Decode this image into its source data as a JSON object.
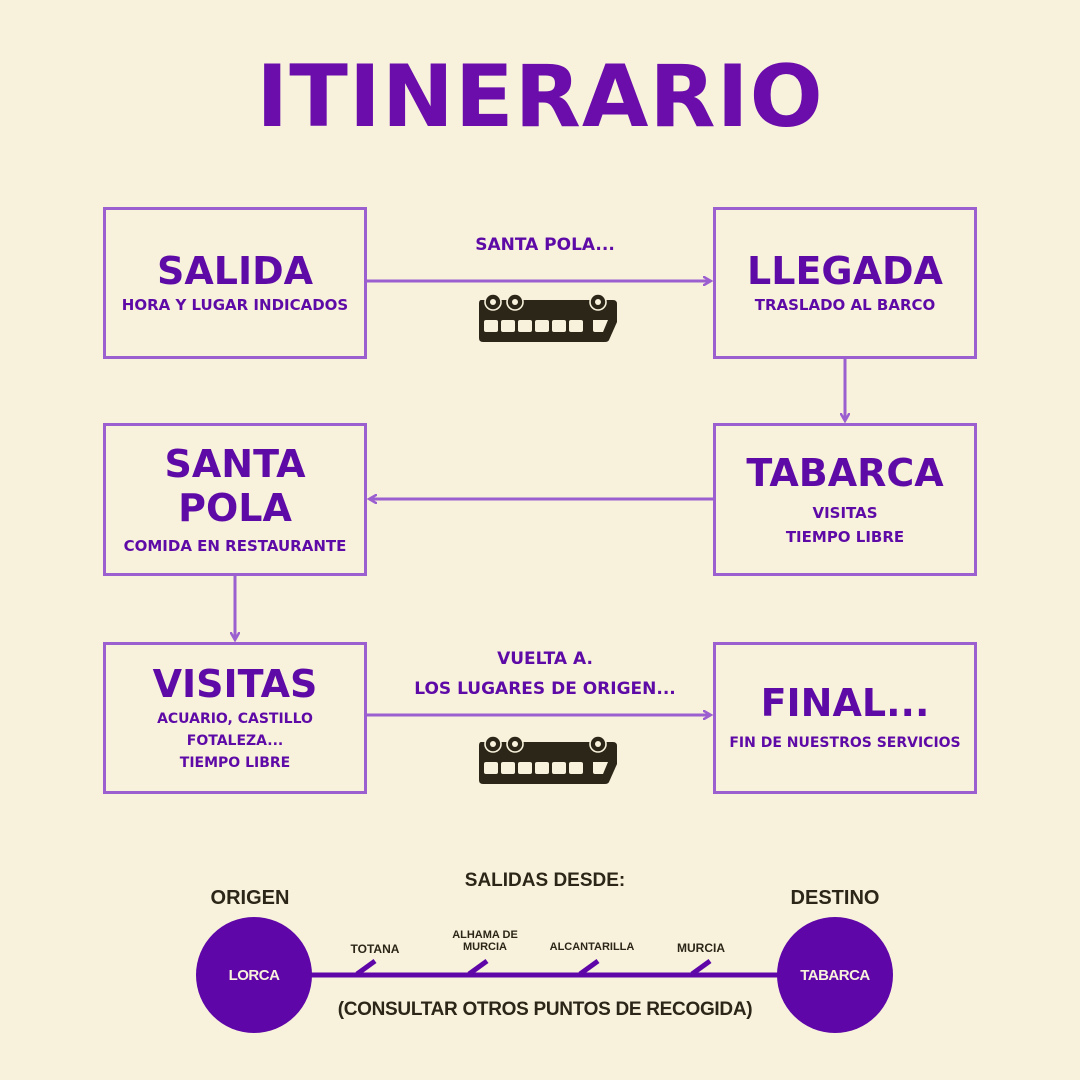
{
  "title": "ITINERARIO",
  "colors": {
    "background": "#f8f2dc",
    "accent": "#5e0aa6",
    "border": "#9b5fd0",
    "dark": "#2b2617"
  },
  "steps": [
    {
      "heading": "SALIDA",
      "lines": [
        "HORA Y LUGAR INDICADOS"
      ]
    },
    {
      "heading": "LLEGADA",
      "lines": [
        "TRASLADO AL BARCO"
      ]
    },
    {
      "heading": "SANTA POLA",
      "heading_lines": [
        "SANTA",
        "POLA"
      ],
      "lines": [
        "COMIDA EN RESTAURANTE"
      ]
    },
    {
      "heading": "TABARCA",
      "lines": [
        "VISITAS",
        "TIEMPO LIBRE"
      ]
    },
    {
      "heading": "VISITAS",
      "lines": [
        "ACUARIO, CASTILLO",
        "FOTALEZA...",
        "TIEMPO LIBRE"
      ]
    },
    {
      "heading": "FINAL...",
      "lines": [
        "FIN DE NUESTROS SERVICIOS"
      ]
    }
  ],
  "connectors": {
    "top": {
      "label": "SANTA POLA...",
      "icon": "bus-icon"
    },
    "bottom": {
      "label_lines": [
        "VUELTA A.",
        "LOS LUGARES DE ORIGEN..."
      ],
      "icon": "bus-icon"
    }
  },
  "route": {
    "heading": "SALIDAS DESDE:",
    "origin_label": "ORIGEN",
    "destination_label": "DESTINO",
    "origin": "LORCA",
    "destination": "TABARCA",
    "stops": [
      {
        "name": "TOTANA"
      },
      {
        "name": "ALHAMA DE MURCIA",
        "name_lines": [
          "ALHAMA DE",
          "MURCIA"
        ]
      },
      {
        "name": "ALCANTARILLA"
      },
      {
        "name": "MURCIA"
      }
    ],
    "note": "(CONSULTAR OTROS PUNTOS DE RECOGIDA)"
  }
}
